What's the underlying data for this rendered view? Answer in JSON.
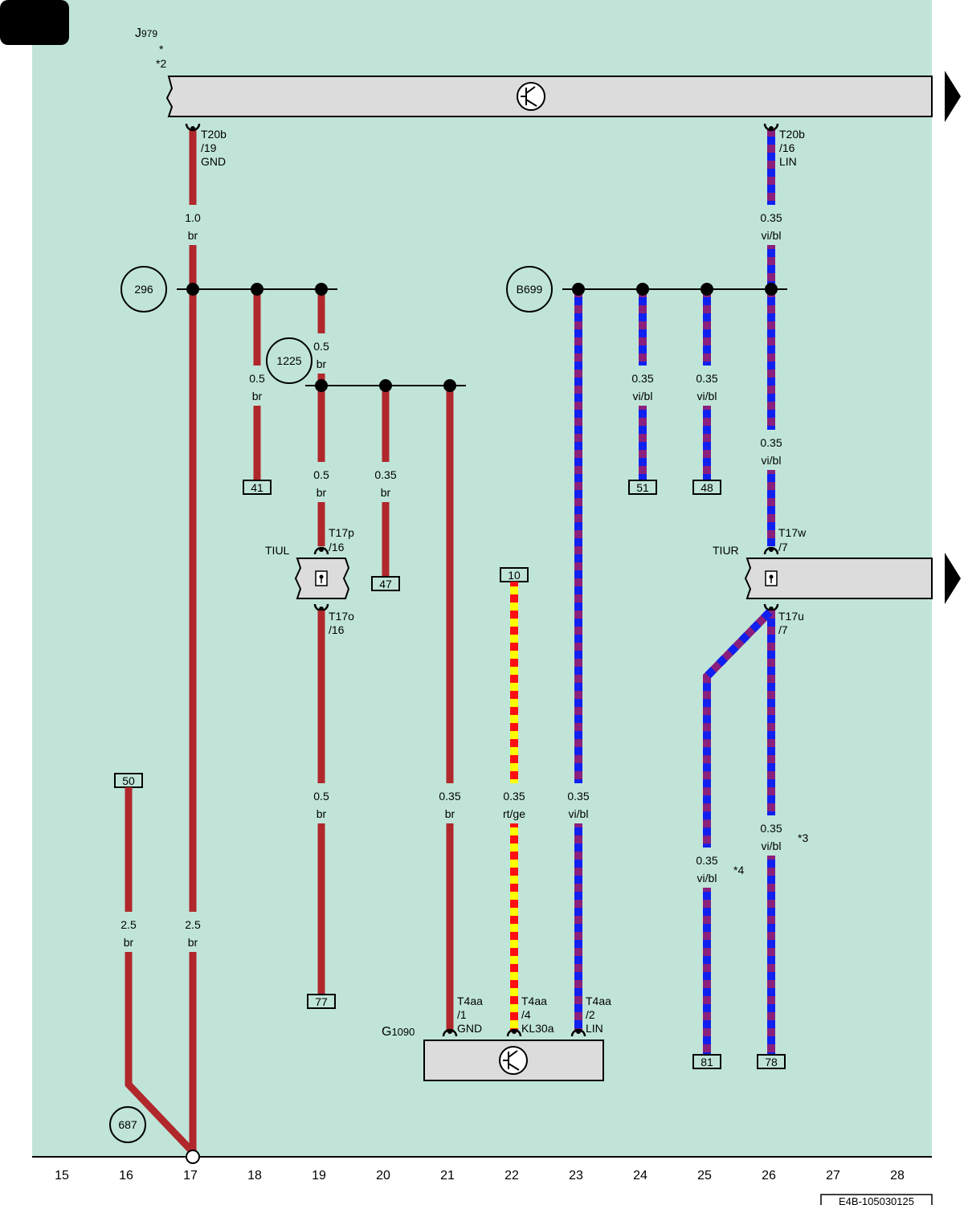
{
  "diagram": {
    "page_tab": "",
    "doc_code": "E4B-105030125",
    "column_numbers": [
      "15",
      "16",
      "17",
      "18",
      "19",
      "20",
      "21",
      "22",
      "23",
      "24",
      "25",
      "26",
      "27",
      "28"
    ],
    "components": {
      "j979": {
        "name": "J979",
        "note1": "*",
        "note2": "*2"
      },
      "g1090": {
        "name": "G1090"
      },
      "tiul": {
        "name": "TIUL"
      },
      "tiur": {
        "name": "TIUR"
      }
    },
    "connectors": {
      "t20b_19": {
        "pin": "T20b",
        "num": "/19",
        "sig": "GND"
      },
      "t20b_16": {
        "pin": "T20b",
        "num": "/16",
        "sig": "LIN"
      },
      "t17p": {
        "pin": "T17p",
        "num": "/16"
      },
      "t17o": {
        "pin": "T17o",
        "num": "/16"
      },
      "t17w": {
        "pin": "T17w",
        "num": "/7"
      },
      "t17u": {
        "pin": "T17u",
        "num": "/7"
      },
      "t4aa_1": {
        "pin": "T4aa",
        "num": "/1",
        "sig": "GND"
      },
      "t4aa_4": {
        "pin": "T4aa",
        "num": "/4",
        "sig": "KL30a"
      },
      "t4aa_2": {
        "pin": "T4aa",
        "num": "/2",
        "sig": "LIN"
      }
    },
    "splices": {
      "s296": "296",
      "s1225": "1225",
      "sB699": "B699",
      "s687": "687"
    },
    "refs": {
      "r41": "41",
      "r47": "47",
      "r10": "10",
      "r51": "51",
      "r48": "48",
      "r50": "50",
      "r77": "77",
      "r81": "81",
      "r78": "78"
    },
    "wires": {
      "w1": {
        "size": "1.0",
        "color": "br"
      },
      "w2": {
        "size": "0.5",
        "color": "br"
      },
      "w3": {
        "size": "0.5",
        "color": "br"
      },
      "w4": {
        "size": "0.5",
        "color": "br"
      },
      "w5": {
        "size": "0.35",
        "color": "br"
      },
      "w6": {
        "size": "0.5",
        "color": "br"
      },
      "w7": {
        "size": "0.35",
        "color": "br"
      },
      "w8": {
        "size": "0.35",
        "color": "rt/ge"
      },
      "w9": {
        "size": "0.35",
        "color": "vi/bl"
      },
      "w10": {
        "size": "0.35",
        "color": "vi/bl"
      },
      "w11": {
        "size": "0.35",
        "color": "vi/bl"
      },
      "w12": {
        "size": "0.35",
        "color": "vi/bl"
      },
      "w13": {
        "size": "0.35",
        "color": "vi/bl"
      },
      "w14": {
        "size": "0.35",
        "color": "vi/bl"
      },
      "w15": {
        "size": "0.35",
        "color": "vi/bl"
      },
      "w16": {
        "size": "2.5",
        "color": "br"
      },
      "w17": {
        "size": "2.5",
        "color": "br"
      }
    },
    "footnotes": {
      "n3": "*3",
      "n4": "*4"
    },
    "colors": {
      "background": "#c0e5d8",
      "brown": "#b0282c",
      "violet": "#8a1f7e",
      "blue": "#1020f0",
      "red": "#ff1010",
      "yellow": "#ffff00",
      "component_fill": "#dcdcdc"
    }
  }
}
